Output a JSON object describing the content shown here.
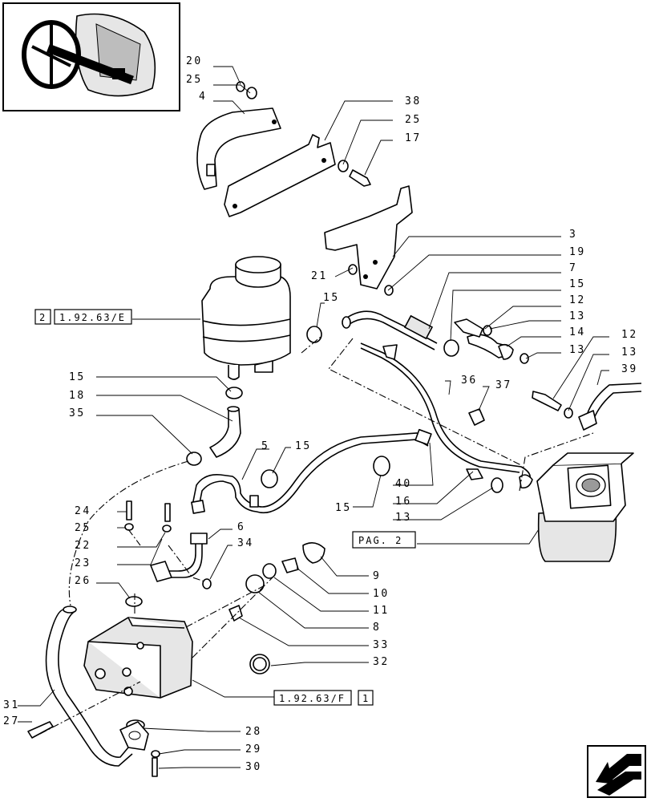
{
  "callouts": [
    "20",
    "25",
    "4",
    "38",
    "25",
    "17",
    "3",
    "19",
    "21",
    "7",
    "15",
    "12",
    "13",
    "14",
    "13",
    "15",
    "12",
    "13",
    "39",
    "36",
    "37",
    "15",
    "18",
    "35",
    "5",
    "15",
    "40",
    "16",
    "13",
    "15",
    "24",
    "25",
    "22",
    "23",
    "6",
    "34",
    "26",
    "9",
    "10",
    "11",
    "8",
    "33",
    "32",
    "31",
    "27",
    "28",
    "29",
    "30"
  ],
  "refs": {
    "ref1_a": "2",
    "ref1_b": "1.92.63/E",
    "ref2": "PAG. 2",
    "ref3_a": "1.92.63/F",
    "ref3_b": "1"
  },
  "icons": {
    "thumbnail": "steering-wheel-thumbnail-icon",
    "nav": "page-navigation-arrow-icon"
  }
}
